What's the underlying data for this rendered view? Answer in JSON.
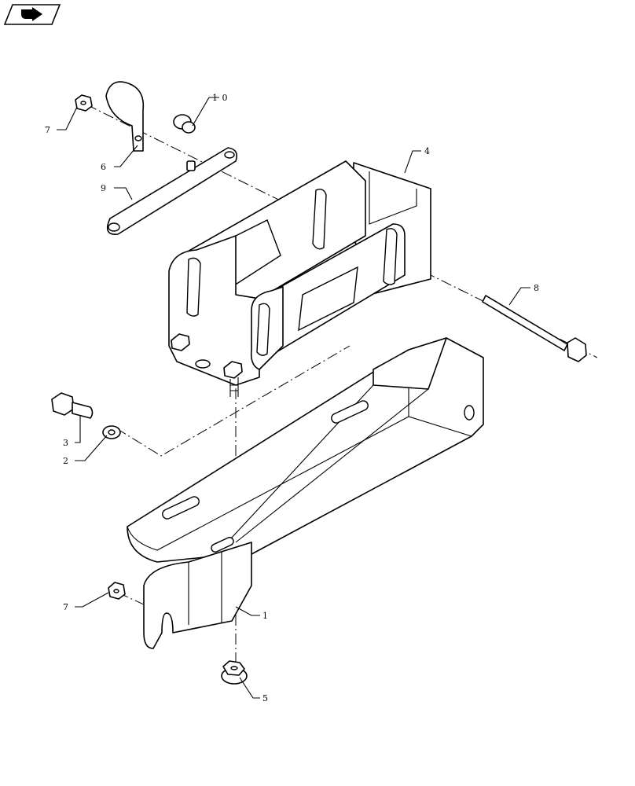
{
  "nav": {
    "icon": "next-page-arrow-icon"
  },
  "callouts": {
    "c7_top": "7",
    "c6": "6",
    "c10": "1 0",
    "c9": "9",
    "c4": "4",
    "c8": "8",
    "c3": "3",
    "c2": "2",
    "c7_bottom": "7",
    "c1": "1",
    "c5": "5"
  }
}
